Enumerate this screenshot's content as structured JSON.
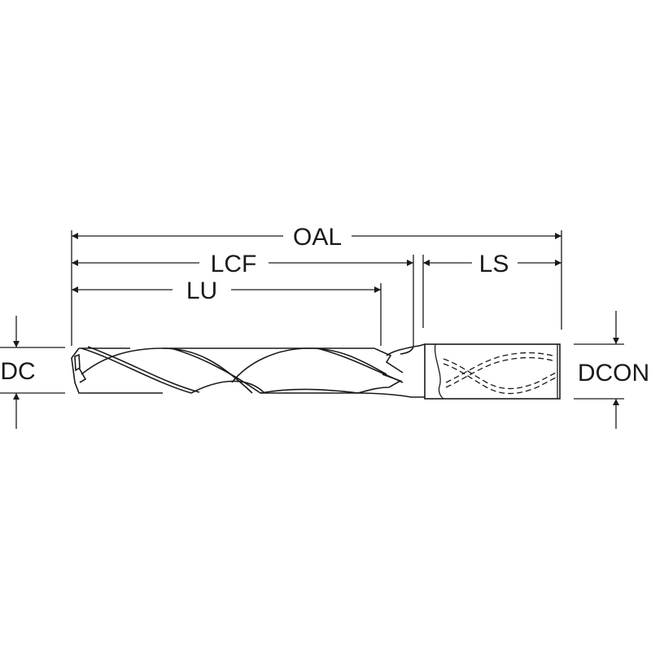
{
  "title": "Drill dimension diagram",
  "dimensions": {
    "oal": "OAL",
    "lcf": "LCF",
    "lu": "LU",
    "ls": "LS",
    "dc": "DC",
    "dcon": "DCON"
  },
  "colors": {
    "line": "#1a1a1a",
    "background": "#ffffff"
  }
}
